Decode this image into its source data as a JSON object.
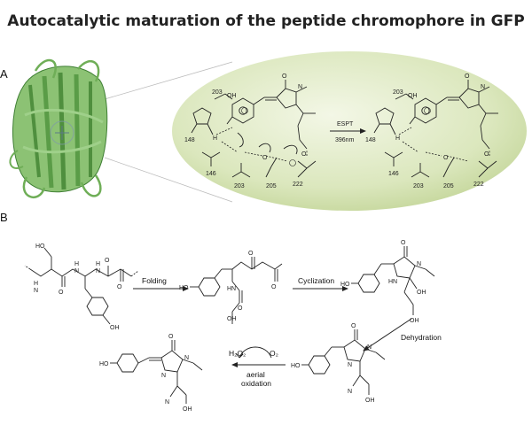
{
  "title": "Autocatalytic maturation of the peptide chromophore in GFP",
  "panels": {
    "a": "A",
    "b": "B"
  },
  "panel_a": {
    "esp_label": "ESPT",
    "wavelength": "396nm",
    "residues_left": [
      "203",
      "148",
      "146",
      "203",
      "205",
      "222"
    ],
    "residues_right": [
      "203",
      "148",
      "146",
      "203",
      "205",
      "222"
    ]
  },
  "panel_b": {
    "step1": "Folding",
    "step2": "Cyclization",
    "step3": "Dehydration",
    "step4_line1": "aerial",
    "step4_line2": "oxidation",
    "h2o2": "H₂O₂",
    "o2": "O₂"
  },
  "atoms": {
    "ho": "HO",
    "oh": "OH",
    "o": "O",
    "n": "N",
    "h": "H",
    "nh": "NH",
    "hn": "HN",
    "h_minus": "-"
  },
  "colors": {
    "protein": "#6fae57",
    "protein_dark": "#3f7f34",
    "ellipse_light": "#eef4dd",
    "ellipse_dark": "#c9d9a3"
  }
}
